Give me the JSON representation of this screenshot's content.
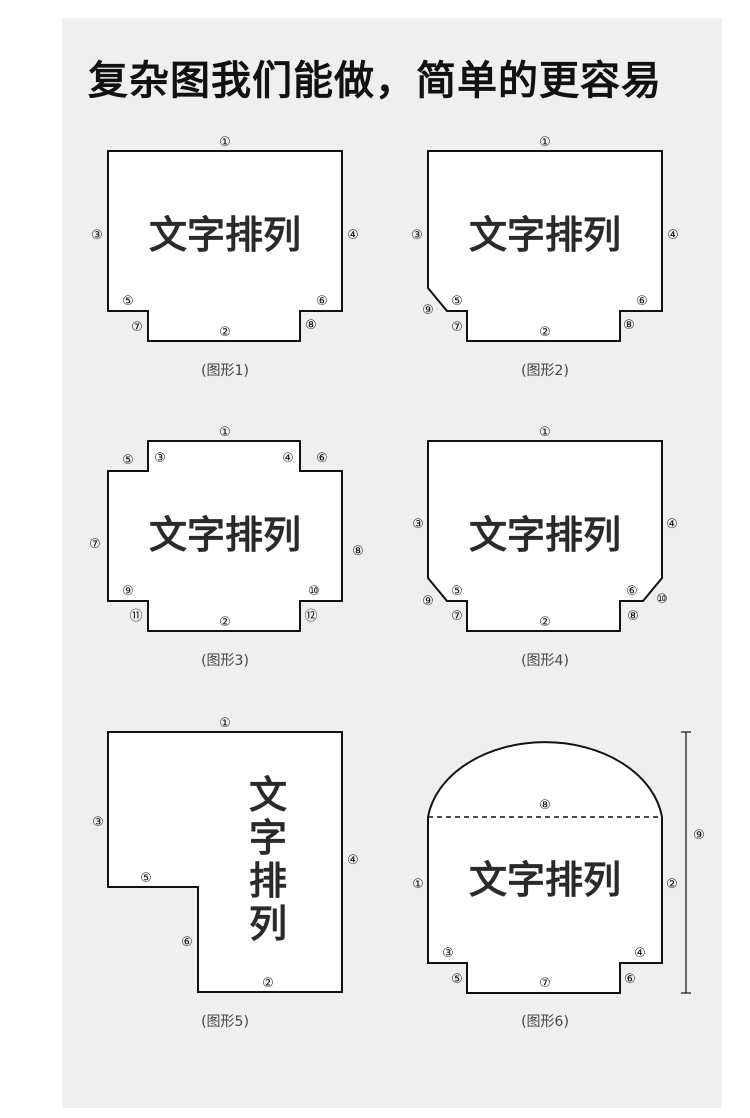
{
  "headline": "复杂图我们能做，简单的更容易",
  "figures": [
    {
      "caption": "(图形1)",
      "text": "文字排列",
      "markers": [
        "①",
        "②",
        "③",
        "④",
        "⑤",
        "⑥",
        "⑦",
        "⑧"
      ]
    },
    {
      "caption": "(图形2)",
      "text": "文字排列",
      "markers": [
        "①",
        "②",
        "③",
        "④",
        "⑤",
        "⑥",
        "⑦",
        "⑧",
        "⑨"
      ]
    },
    {
      "caption": "(图形3)",
      "text": "文字排列",
      "markers": [
        "①",
        "②",
        "③",
        "④",
        "⑤",
        "⑥",
        "⑦",
        "⑧",
        "⑨",
        "⑩",
        "⑪",
        "⑫"
      ]
    },
    {
      "caption": "(图形4)",
      "text": "文字排列",
      "markers": [
        "①",
        "②",
        "③",
        "④",
        "⑤",
        "⑥",
        "⑦",
        "⑧",
        "⑨",
        "⑩"
      ]
    },
    {
      "caption": "(图形5)",
      "text_vertical": [
        "文",
        "字",
        "排",
        "列"
      ],
      "markers": [
        "①",
        "②",
        "③",
        "④",
        "⑤",
        "⑥"
      ]
    },
    {
      "caption": "(图形6)",
      "text": "文字排列",
      "markers": [
        "①",
        "②",
        "③",
        "④",
        "⑤",
        "⑥",
        "⑦",
        "⑧",
        "⑨"
      ]
    }
  ]
}
